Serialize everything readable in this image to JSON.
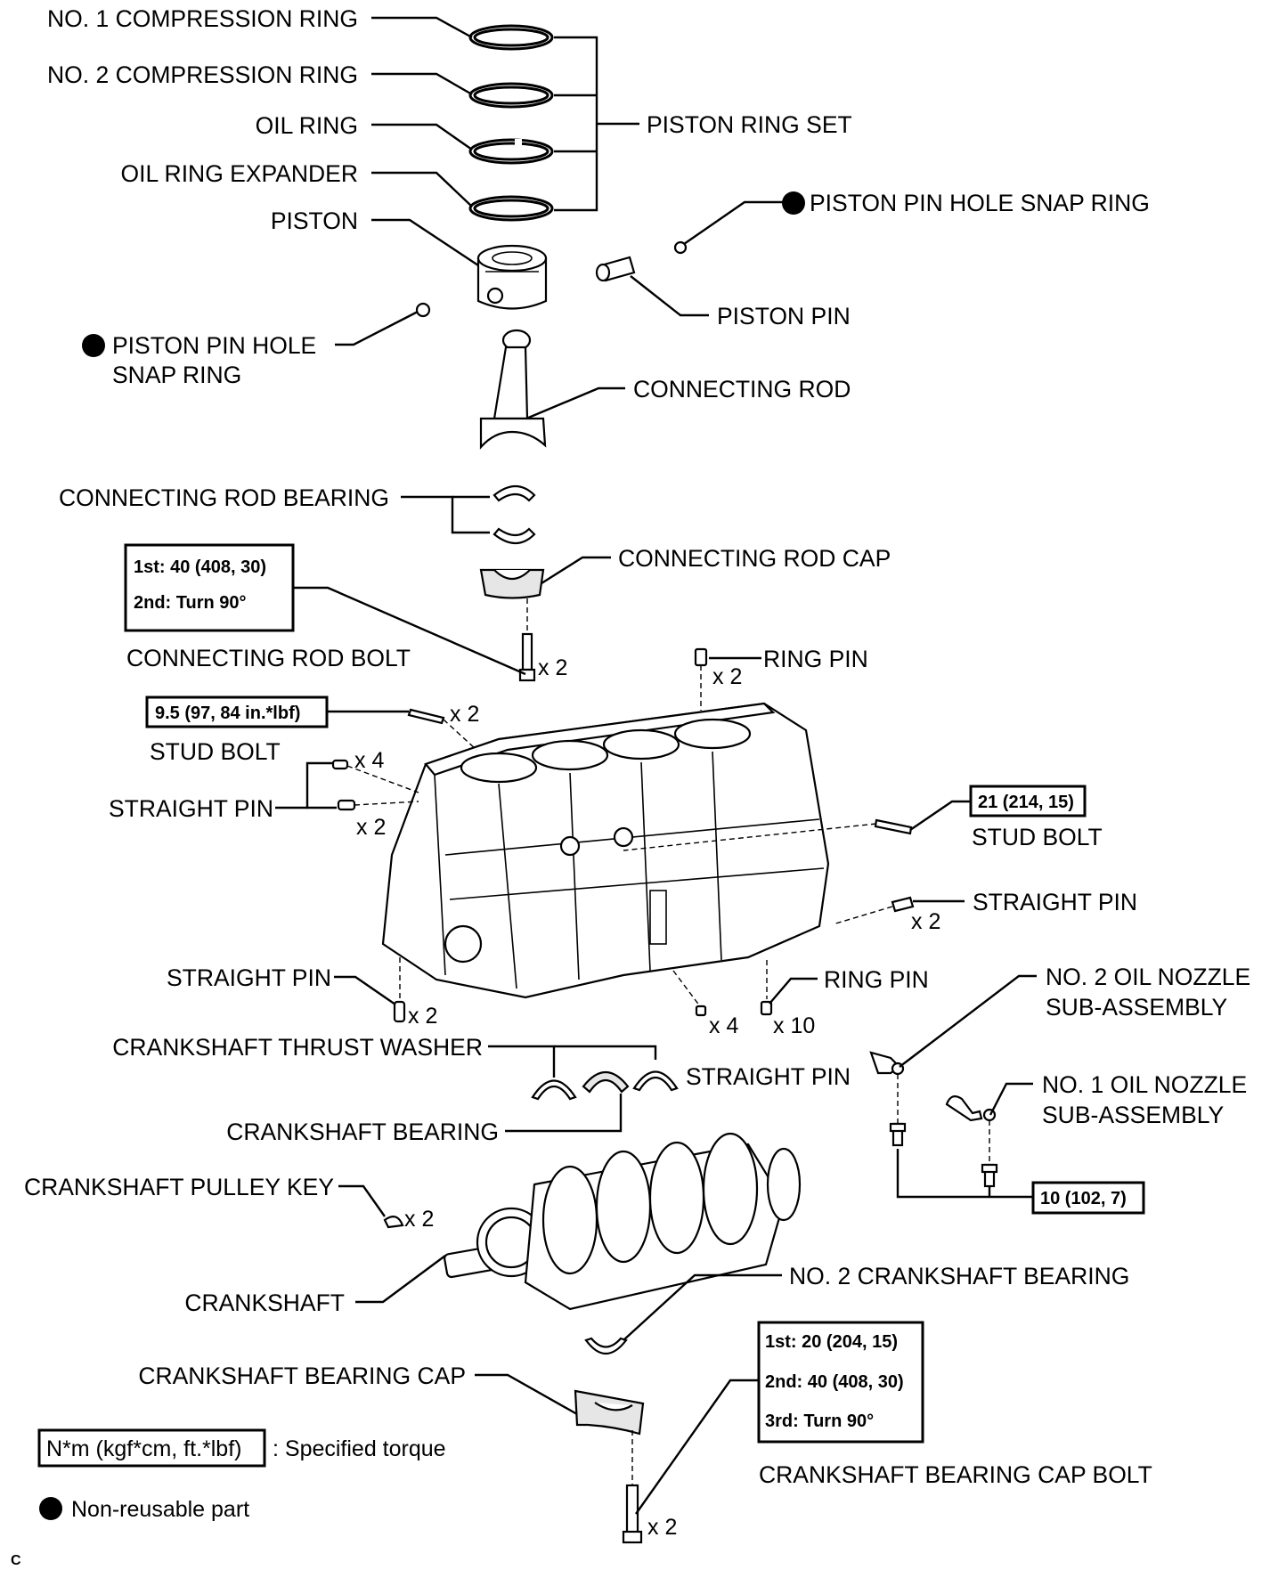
{
  "labels": {
    "no1_compression_ring": "NO. 1 COMPRESSION RING",
    "no2_compression_ring": "NO. 2 COMPRESSION RING",
    "oil_ring": "OIL RING",
    "oil_ring_expander": "OIL RING EXPANDER",
    "piston": "PISTON",
    "piston_ring_set": "PISTON RING SET",
    "snap_ring_right": "PISTON PIN HOLE SNAP RING",
    "piston_pin": "PISTON PIN",
    "snap_ring_left_line1": "PISTON PIN HOLE",
    "snap_ring_left_line2": "SNAP RING",
    "connecting_rod": "CONNECTING ROD",
    "connecting_rod_bearing": "CONNECTING ROD BEARING",
    "connecting_rod_cap": "CONNECTING ROD CAP",
    "connecting_rod_bolt": "CONNECTING ROD BOLT",
    "ring_pin_top": "RING PIN",
    "stud_bolt_left": "STUD BOLT",
    "straight_pin_left": "STRAIGHT PIN",
    "stud_bolt_right": "STUD BOLT",
    "straight_pin_right": "STRAIGHT PIN",
    "straight_pin_bottom_left": "STRAIGHT PIN",
    "ring_pin_bottom": "RING PIN",
    "no2_oil_nozzle_line1": "NO. 2 OIL NOZZLE",
    "no2_oil_nozzle_line2": "SUB-ASSEMBLY",
    "crankshaft_thrust_washer": "CRANKSHAFT THRUST WASHER",
    "straight_pin_bottom": "STRAIGHT PIN",
    "no1_oil_nozzle_line1": "NO. 1 OIL NOZZLE",
    "no1_oil_nozzle_line2": "SUB-ASSEMBLY",
    "crankshaft_bearing": "CRANKSHAFT BEARING",
    "crankshaft_pulley_key": "CRANKSHAFT PULLEY KEY",
    "crankshaft": "CRANKSHAFT",
    "no2_crankshaft_bearing": "NO. 2 CRANKSHAFT BEARING",
    "crankshaft_bearing_cap": "CRANKSHAFT BEARING CAP",
    "crankshaft_bearing_cap_bolt": "CRANKSHAFT BEARING CAP BOLT"
  },
  "quantities": {
    "con_rod_bolt": "x 2",
    "ring_pin_top": "x 2",
    "stud_bolt_left": "x 2",
    "straight_pin_left_a": "x 4",
    "straight_pin_left_b": "x 2",
    "straight_pin_right": "x 2",
    "straight_pin_bottom_left": "x 2",
    "straight_pin_bottom": "x 4",
    "ring_pin_bottom": "x 10",
    "pulley_key": "x 2",
    "cap_bolt": "x 2"
  },
  "torques": {
    "con_rod_bolt": [
      "1st: 40 (408, 30)",
      "2nd: Turn 90°"
    ],
    "stud_bolt_left": "9.5 (97, 84 in.*lbf)",
    "stud_bolt_right": "21 (214, 15)",
    "oil_nozzle": "10 (102, 7)",
    "cap_bolt": [
      "1st: 20 (204, 15)",
      "2nd: 40 (408, 30)",
      "3rd: Turn 90°"
    ]
  },
  "legend": {
    "torque_box": "N*m (kgf*cm, ft.*lbf)",
    "torque_text": ": Specified torque",
    "non_reusable": "Non-reusable part"
  },
  "corner_code": "C"
}
